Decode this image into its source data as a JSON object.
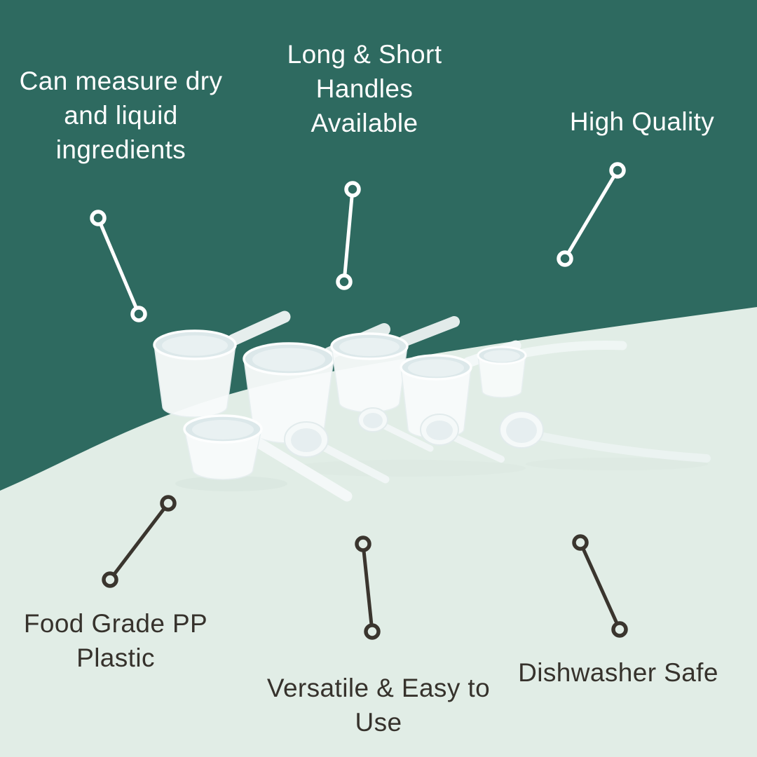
{
  "colors": {
    "background_top": "#2e6a60",
    "background_bottom": "#e1ede6",
    "text_light": "#ffffff",
    "text_dark": "#36322c",
    "connector_light": "#ffffff",
    "connector_dark": "#3a352e",
    "product_white": "#f8fbfb"
  },
  "callouts": {
    "measure": {
      "label": "Can measure dry and liquid ingredients"
    },
    "handles": {
      "label": "Long & Short Handles Available"
    },
    "quality": {
      "label": "High Quality"
    },
    "material": {
      "label": "Food Grade PP Plastic"
    },
    "versatile": {
      "label": "Versatile & Easy to Use"
    },
    "dishwasher": {
      "label": "Dishwasher Safe"
    }
  }
}
